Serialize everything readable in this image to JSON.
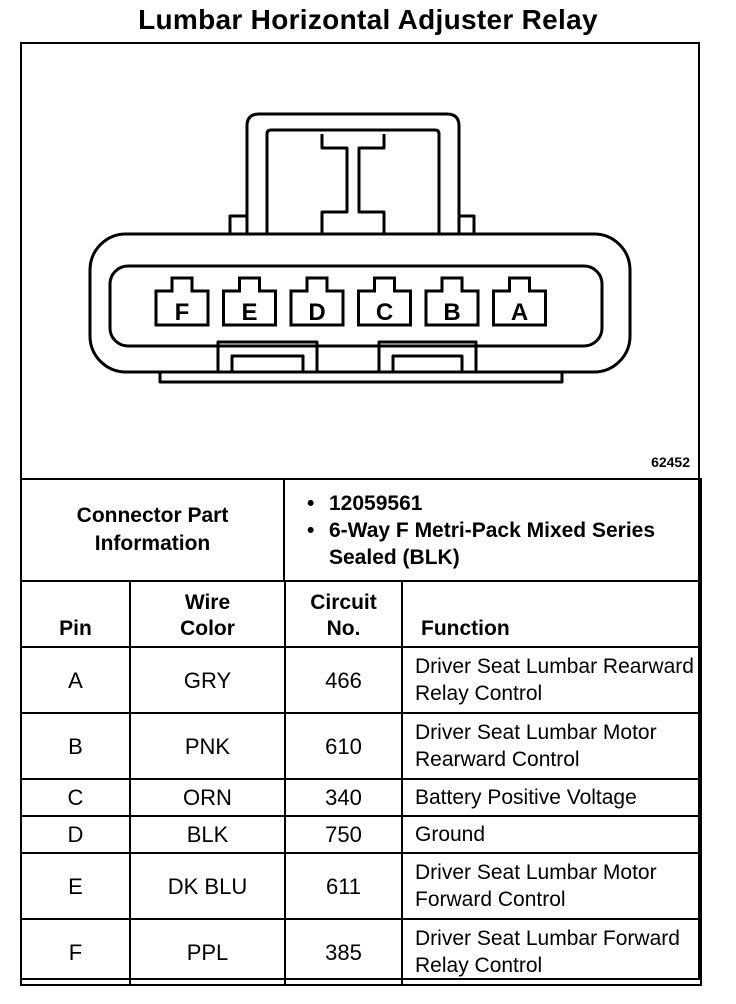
{
  "title": "Lumbar Horizontal Adjuster Relay",
  "figure_id": "62452",
  "connector": {
    "pin_labels": [
      "F",
      "E",
      "D",
      "C",
      "B",
      "A"
    ]
  },
  "part_info": {
    "label": "Connector Part Information",
    "items": [
      "12059561",
      "6-Way F Metri-Pack Mixed Series Sealed (BLK)"
    ]
  },
  "table": {
    "headers": {
      "pin": "Pin",
      "wire_color": "Wire Color",
      "circuit": "Circuit No.",
      "function": "Function"
    },
    "rows": [
      {
        "pin": "A",
        "color": "GRY",
        "circuit": "466",
        "function": "Driver Seat Lumbar Rearward Relay Control"
      },
      {
        "pin": "B",
        "color": "PNK",
        "circuit": "610",
        "function": "Driver Seat Lumbar Motor Rearward Control"
      },
      {
        "pin": "C",
        "color": "ORN",
        "circuit": "340",
        "function": "Battery Positive Voltage"
      },
      {
        "pin": "D",
        "color": "BLK",
        "circuit": "750",
        "function": "Ground"
      },
      {
        "pin": "E",
        "color": "DK BLU",
        "circuit": "611",
        "function": "Driver Seat Lumbar Motor Forward Control"
      },
      {
        "pin": "F",
        "color": "PPL",
        "circuit": "385",
        "function": "Driver Seat Lumbar Forward Relay Control"
      }
    ]
  }
}
